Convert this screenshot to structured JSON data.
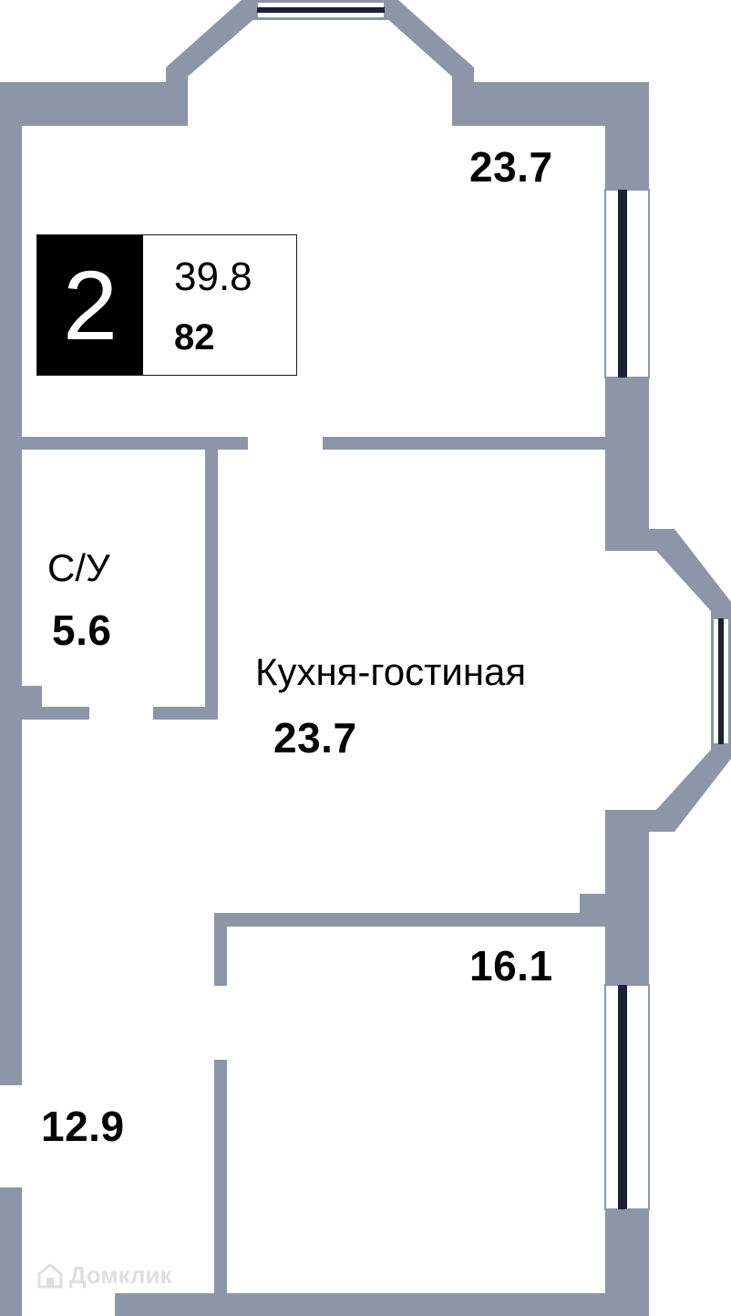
{
  "plan": {
    "room_count": "2",
    "total_area": "39.8",
    "floor": "82"
  },
  "rooms": {
    "room_top": {
      "area": "23.7"
    },
    "bathroom": {
      "name": "С/У",
      "area": "5.6"
    },
    "kitchen_living": {
      "name": "Кухня-гостиная",
      "area": "23.7"
    },
    "room_bottom": {
      "area": "16.1"
    },
    "hall": {
      "area": "12.9"
    }
  },
  "watermark": {
    "text": "Домклик"
  },
  "colors": {
    "wall": "#8c96a8",
    "window_frame": "#1b2233",
    "badge_dark": "#000000"
  }
}
